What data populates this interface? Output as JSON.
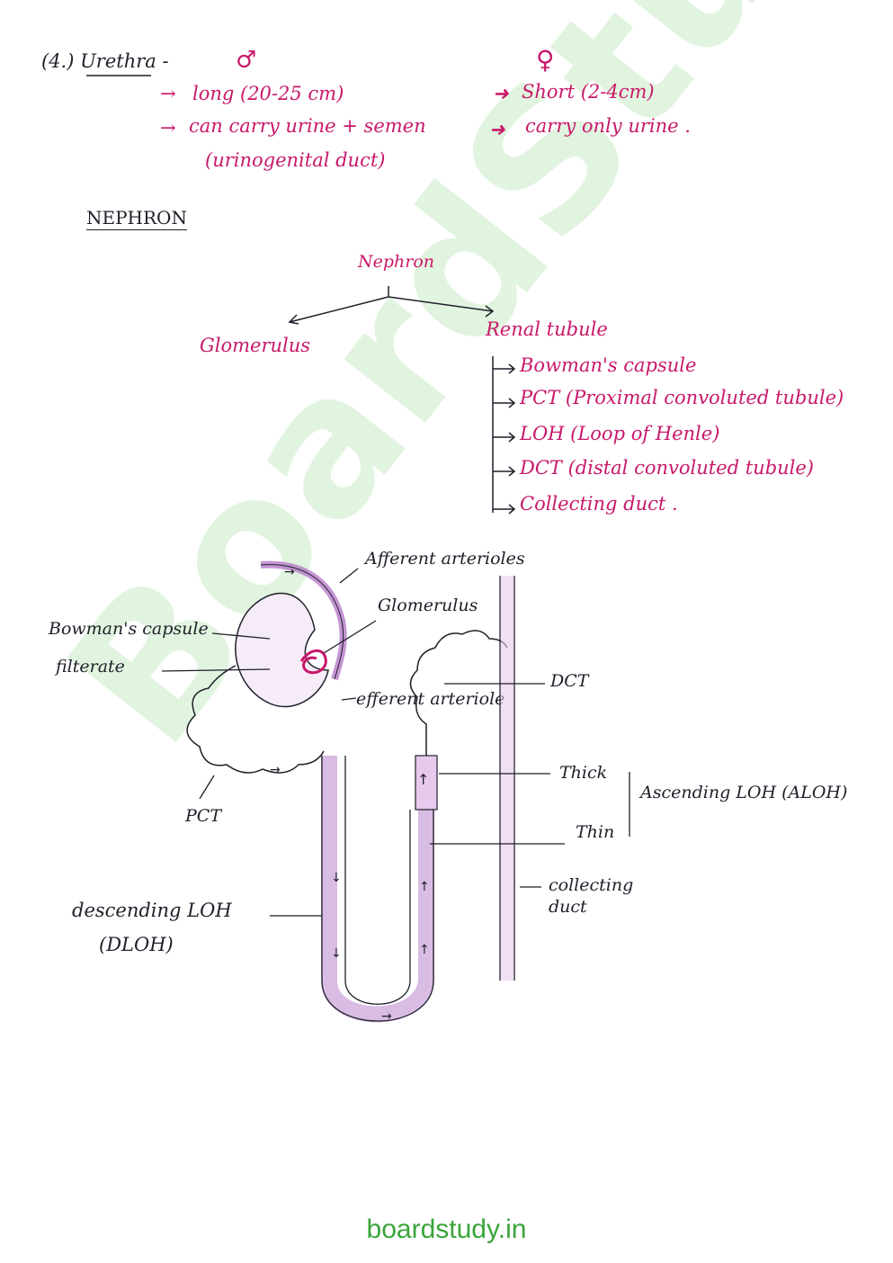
{
  "urethra": {
    "heading": "(4.) Urethra -",
    "male_symbol": "♂",
    "female_symbol": "♀",
    "male_points": [
      "long (20-25 cm)",
      "can carry urine + semen",
      "(urinogenital duct)"
    ],
    "female_points": [
      "Short (2-4cm)",
      "carry only urine ."
    ]
  },
  "section_title": "NEPHRON",
  "tree": {
    "root": "Nephron",
    "left": "Glomerulus",
    "right": "Renal tubule",
    "subparts": [
      "Bowman's capsule",
      "PCT (Proximal convoluted tubule)",
      "LOH (Loop of Henle)",
      "DCT (distal convoluted tubule)",
      "Collecting duct ."
    ]
  },
  "labels": {
    "afferent": "Afferent arterioles",
    "glomerulus": "Glomerulus",
    "bowmans": "Bowman's capsule",
    "filterate": "filterate",
    "efferent": "efferent arteriole",
    "dct": "DCT",
    "thick": "Thick",
    "thin": "Thin",
    "ascending": "Ascending LOH (ALOH)",
    "pct": "PCT",
    "collecting": "collecting duct",
    "descending": "descending LOH",
    "dloh": "(DLOH)"
  },
  "colors": {
    "ink": "#1f1f2a",
    "pink": "#c8186a",
    "tubule": "#c9a0d8",
    "footer": "#3aa53a"
  },
  "watermark": "BoardStudy",
  "footer": "boardstudy.in"
}
